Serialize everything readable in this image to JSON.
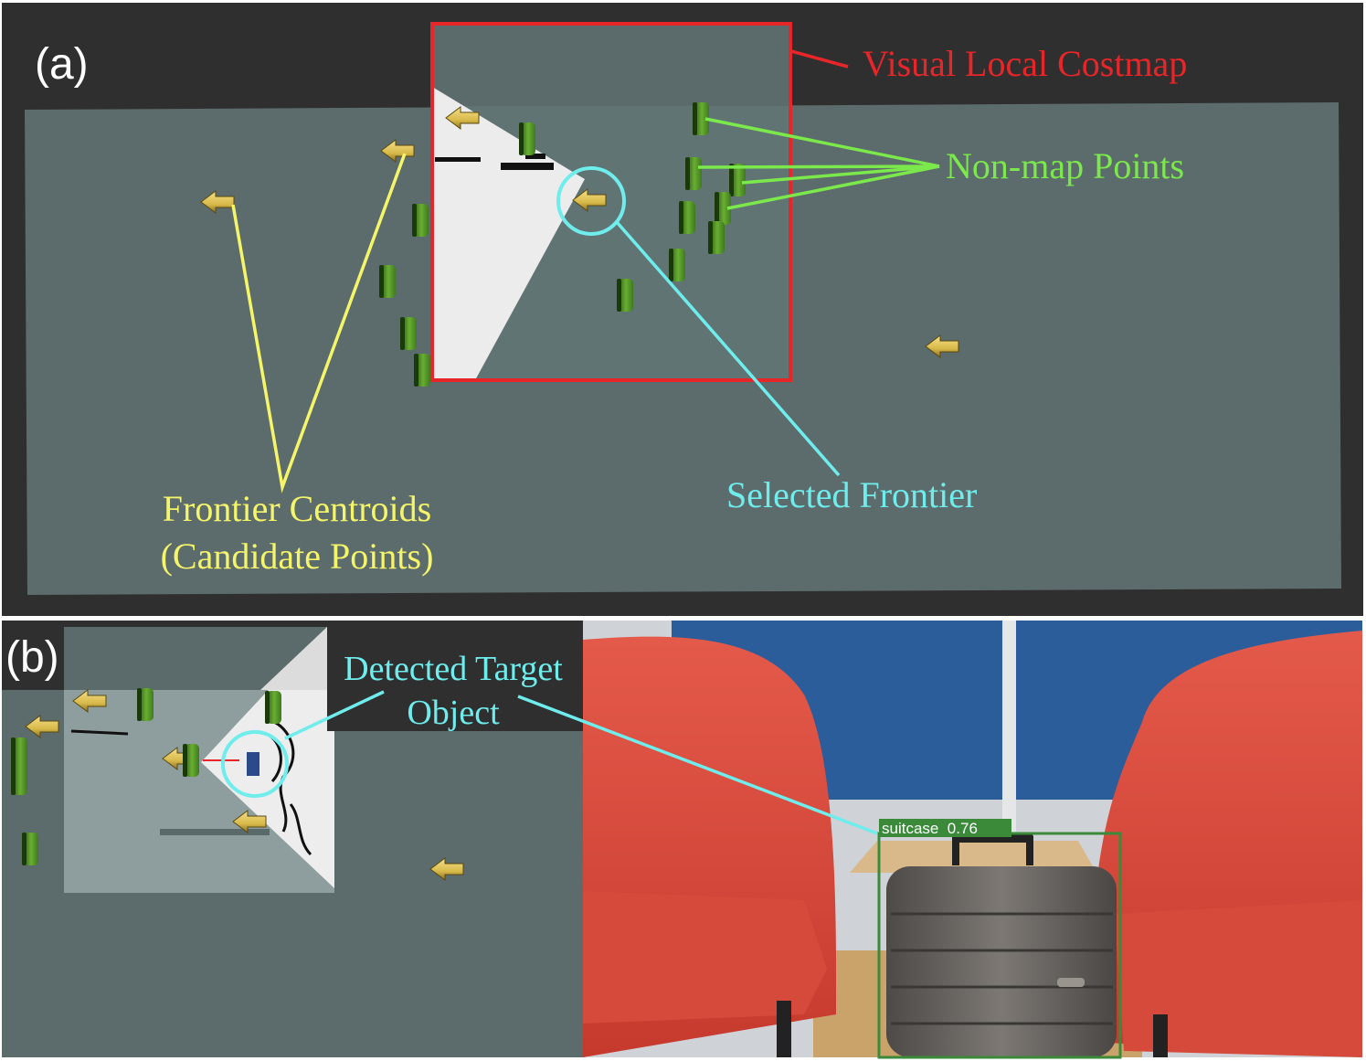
{
  "panel_a": {
    "label": "(a)",
    "costmap_label": "Visual Local Costmap",
    "nonmap_label": "Non-map Points",
    "selected_label": "Selected Frontier",
    "frontier_label_line1": "Frontier Centroids",
    "frontier_label_line2": "(Candidate Points)"
  },
  "panel_b": {
    "label": "(b)",
    "target_label_line1": "Detected Target",
    "target_label_line2": "Object",
    "detection_text": "suitcase  0.76"
  },
  "colors": {
    "costmap_box": "#e8262a",
    "frontier": "#f5f56a",
    "nonmap": "#7be84b",
    "selected": "#6fecec",
    "background": "#2f2f2f",
    "grid_floor": "#5c6b6b",
    "arrow": "#d8b94a",
    "cylinder": "#5a9a2a",
    "chair": "#d9493a",
    "wall": "#2b5d9a",
    "suitcase": "#6e6a66",
    "detection_box": "#3a8a3a"
  }
}
